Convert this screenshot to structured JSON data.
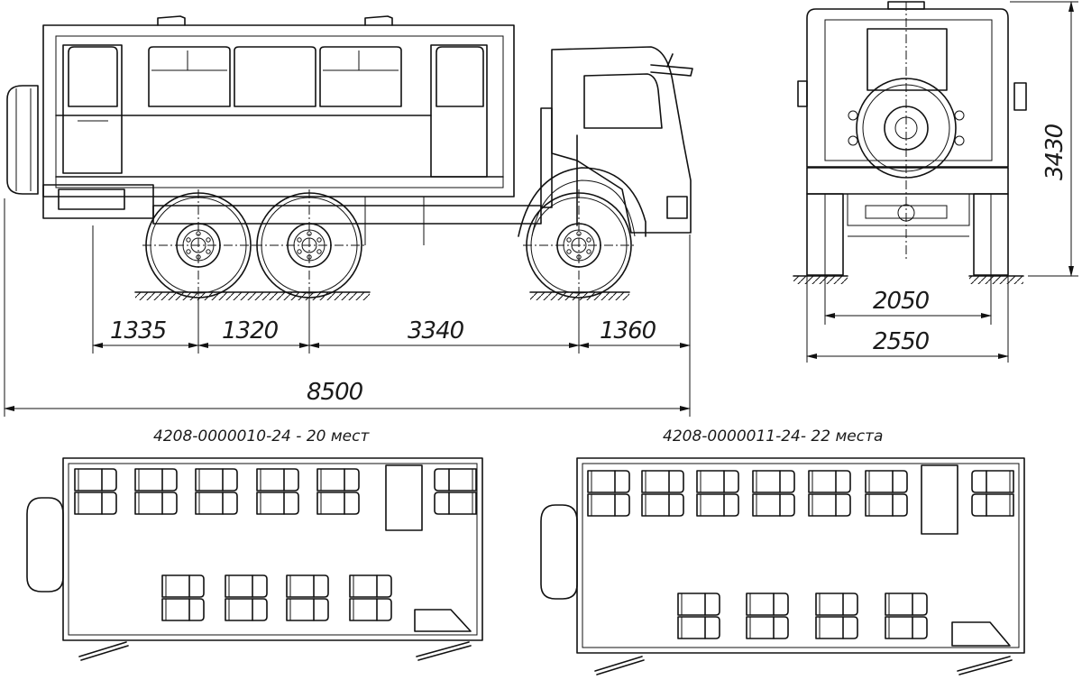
{
  "side_view": {
    "dimensions": {
      "rear_overhang": "1335",
      "axle_spacing": "1320",
      "wheelbase": "3340",
      "front_overhang": "1360",
      "overall_length": "8500"
    }
  },
  "rear_view": {
    "dimensions": {
      "height": "3430",
      "track": "2050",
      "overall_width": "2550"
    }
  },
  "layouts": [
    {
      "caption": "4208-0000010-24 - 20 мест"
    },
    {
      "caption": "4208-0000011-24- 22 места"
    }
  ]
}
